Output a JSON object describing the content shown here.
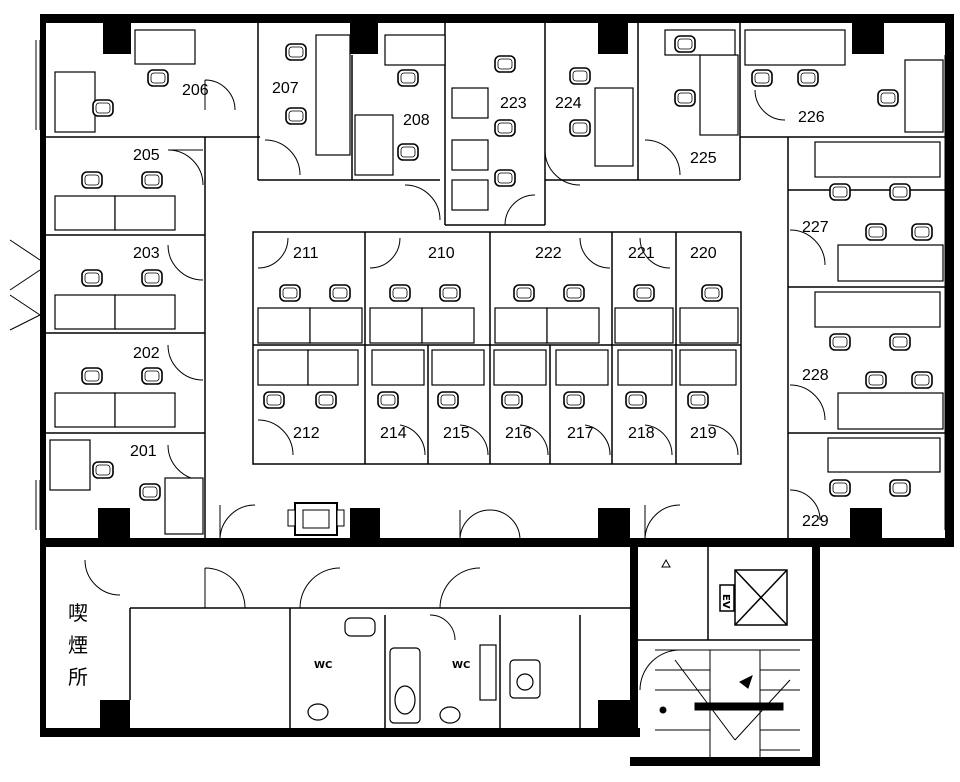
{
  "rooms": {
    "r201": "201",
    "r202": "202",
    "r203": "203",
    "r205": "205",
    "r206": "206",
    "r207": "207",
    "r208": "208",
    "r210": "210",
    "r211": "211",
    "r212": "212",
    "r214": "214",
    "r215": "215",
    "r216": "216",
    "r217": "217",
    "r218": "218",
    "r219": "219",
    "r220": "220",
    "r221": "221",
    "r222": "222",
    "r223": "223",
    "r224": "224",
    "r225": "225",
    "r226": "226",
    "r227": "227",
    "r228": "228",
    "r229": "229"
  },
  "facilities": {
    "smoking_1": "喫",
    "smoking_2": "煙",
    "smoking_3": "所",
    "wc_left": "WC",
    "wc_right": "WC",
    "ev": "EV"
  }
}
